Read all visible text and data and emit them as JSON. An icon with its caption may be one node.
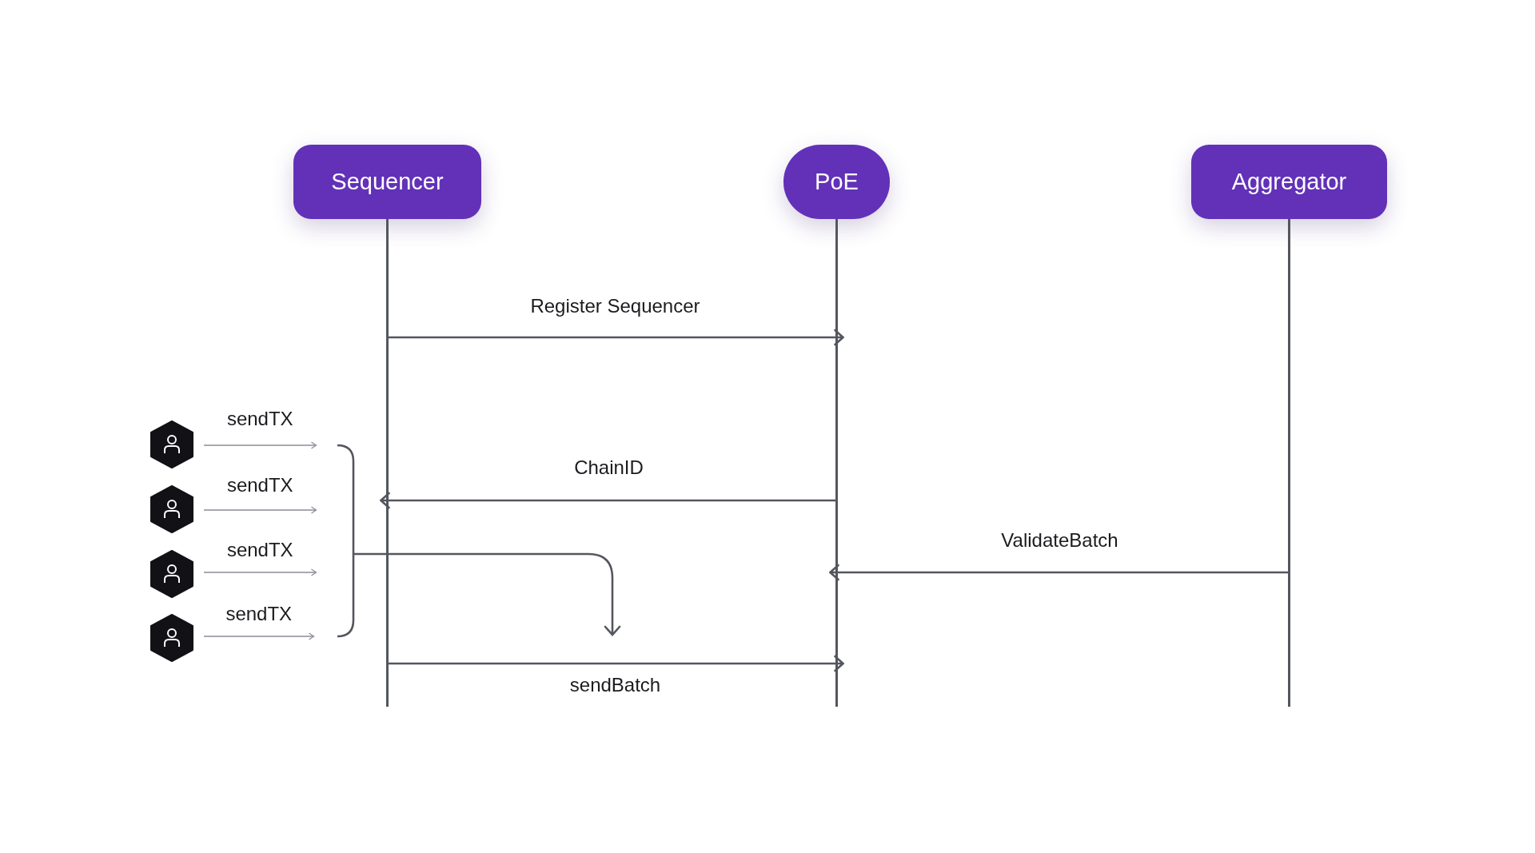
{
  "diagram": {
    "nodes": [
      {
        "text": [
          "Sequencer"
        ]
      },
      {
        "text": [
          "PoE"
        ]
      },
      {
        "text": [
          "Aggregator"
        ]
      },
      {
        "text": [],
        "shape": "person"
      },
      {
        "text": [],
        "shape": "person"
      },
      {
        "text": [],
        "shape": "person"
      },
      {
        "text": [],
        "shape": "person"
      }
    ],
    "edges": [
      {
        "from": 0,
        "to": 1,
        "arrow": "to",
        "label": "Register Sequencer"
      },
      {
        "from": 3,
        "to": 0,
        "arrow": "to",
        "label": "sendTX"
      },
      {
        "from": 1,
        "to": 0,
        "arrow": "to",
        "label": "ChainID"
      },
      {
        "from": 4,
        "to": 0,
        "arrow": "to",
        "label": "sendTX"
      },
      {
        "from": 5,
        "to": 0,
        "arrow": "to",
        "label": "sendTX"
      },
      {
        "from": 2,
        "to": 1,
        "arrow": "to",
        "label": "ValidateBatch"
      },
      {
        "from": 6,
        "to": 0,
        "arrow": "to",
        "label": "sendTX"
      },
      {
        "from": 0,
        "to": 1,
        "arrow": "to",
        "label": "sendBatch"
      }
    ]
  }
}
